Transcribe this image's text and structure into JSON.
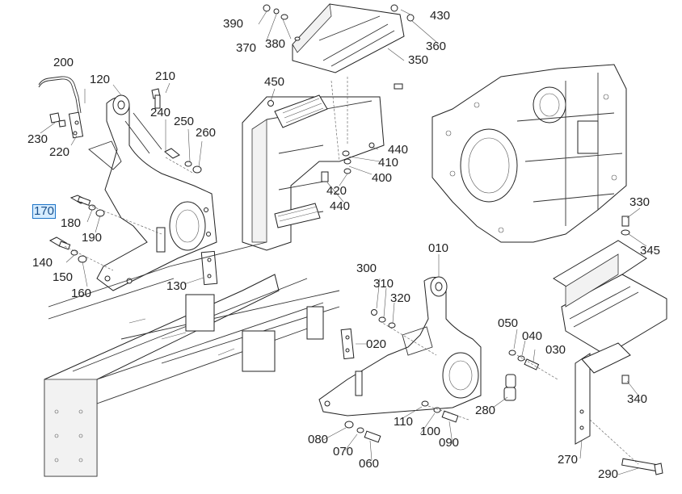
{
  "diagram": {
    "labels": [
      {
        "id": "200",
        "text": "200"
      },
      {
        "id": "120",
        "text": "120"
      },
      {
        "id": "210",
        "text": "210"
      },
      {
        "id": "240",
        "text": "240"
      },
      {
        "id": "250",
        "text": "250"
      },
      {
        "id": "260",
        "text": "260"
      },
      {
        "id": "230",
        "text": "230"
      },
      {
        "id": "220",
        "text": "220"
      },
      {
        "id": "170",
        "text": "170"
      },
      {
        "id": "180",
        "text": "180"
      },
      {
        "id": "190",
        "text": "190"
      },
      {
        "id": "140",
        "text": "140"
      },
      {
        "id": "150",
        "text": "150"
      },
      {
        "id": "160",
        "text": "160"
      },
      {
        "id": "130",
        "text": "130"
      },
      {
        "id": "390",
        "text": "390"
      },
      {
        "id": "370",
        "text": "370"
      },
      {
        "id": "380",
        "text": "380"
      },
      {
        "id": "430",
        "text": "430"
      },
      {
        "id": "360",
        "text": "360"
      },
      {
        "id": "350",
        "text": "350"
      },
      {
        "id": "450",
        "text": "450"
      },
      {
        "id": "440a",
        "text": "440"
      },
      {
        "id": "410",
        "text": "410"
      },
      {
        "id": "400",
        "text": "400"
      },
      {
        "id": "420",
        "text": "420"
      },
      {
        "id": "440b",
        "text": "440"
      },
      {
        "id": "330",
        "text": "330"
      },
      {
        "id": "345",
        "text": "345"
      },
      {
        "id": "010",
        "text": "010"
      },
      {
        "id": "300",
        "text": "300"
      },
      {
        "id": "310",
        "text": "310"
      },
      {
        "id": "320",
        "text": "320"
      },
      {
        "id": "020",
        "text": "020"
      },
      {
        "id": "050",
        "text": "050"
      },
      {
        "id": "040",
        "text": "040"
      },
      {
        "id": "030",
        "text": "030"
      },
      {
        "id": "110",
        "text": "110"
      },
      {
        "id": "100",
        "text": "100"
      },
      {
        "id": "090",
        "text": "090"
      },
      {
        "id": "080",
        "text": "080"
      },
      {
        "id": "070",
        "text": "070"
      },
      {
        "id": "060",
        "text": "060"
      },
      {
        "id": "280",
        "text": "280"
      },
      {
        "id": "340",
        "text": "340"
      },
      {
        "id": "270",
        "text": "270"
      },
      {
        "id": "290",
        "text": "290"
      }
    ],
    "selected_label": "170"
  }
}
